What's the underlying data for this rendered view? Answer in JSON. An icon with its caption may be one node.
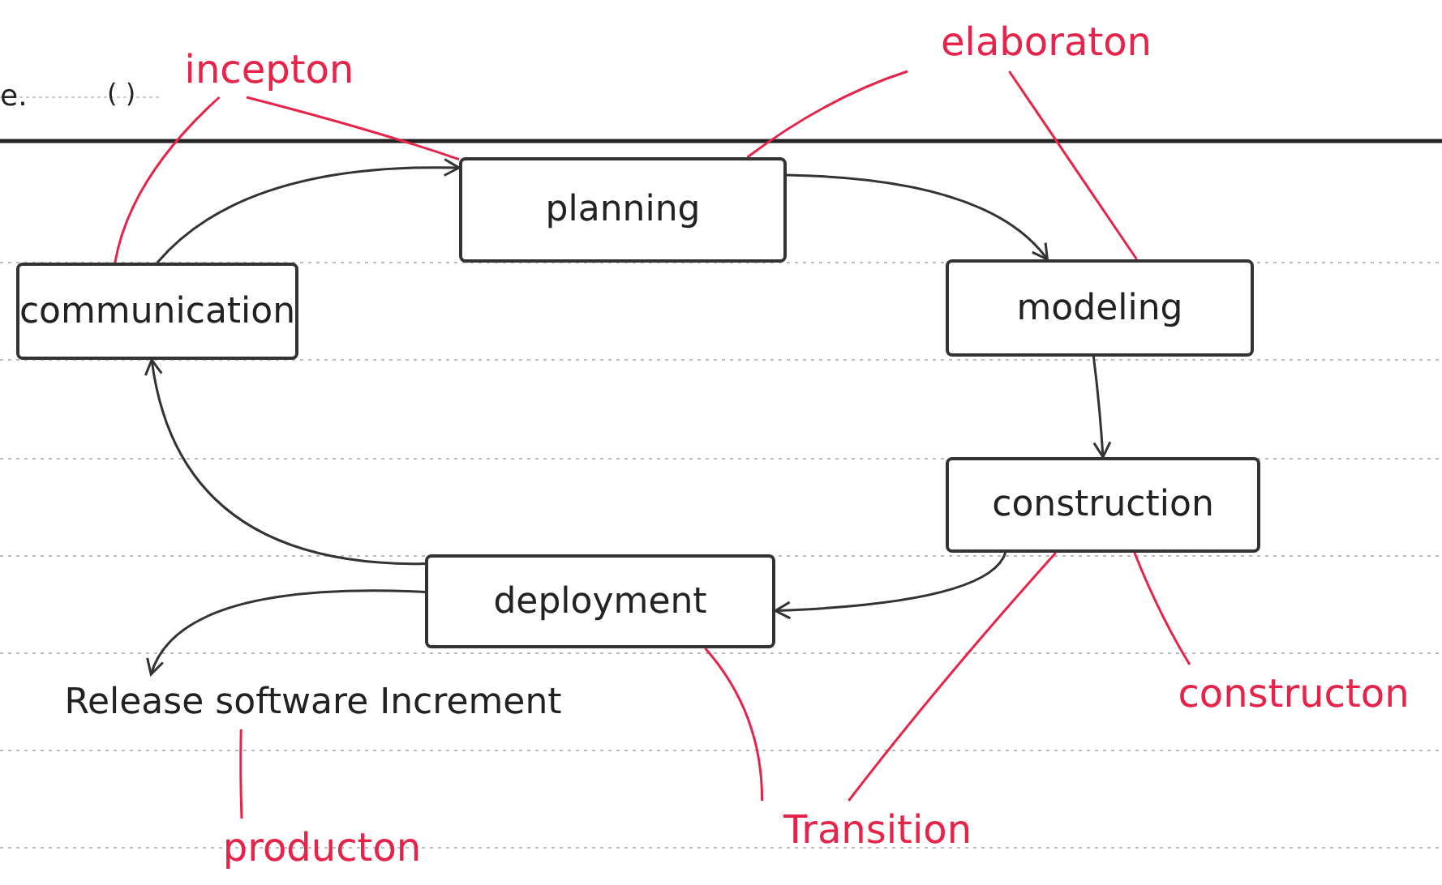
{
  "diagram": {
    "nodes": [
      {
        "text": [
          "communication"
        ]
      },
      {
        "text": [
          "planning"
        ]
      },
      {
        "text": [
          "modeling"
        ]
      },
      {
        "text": [
          "construction"
        ]
      },
      {
        "text": [
          "deployment"
        ]
      },
      {
        "text": [
          "Release software Increment"
        ]
      },
      {
        "text": [
          "incepton"
        ]
      },
      {
        "text": [
          "elaboraton"
        ]
      },
      {
        "text": [
          "constructon"
        ]
      },
      {
        "text": [
          "Transition"
        ]
      },
      {
        "text": [
          "producton"
        ]
      }
    ],
    "edges": [
      {
        "from": 0,
        "to": 1,
        "arrow": "to",
        "color": "#333333"
      },
      {
        "from": 1,
        "to": 2,
        "arrow": "to",
        "color": "#333333"
      },
      {
        "from": 2,
        "to": 3,
        "arrow": "to",
        "color": "#333333"
      },
      {
        "from": 3,
        "to": 4,
        "arrow": "to",
        "color": "#333333"
      },
      {
        "from": 4,
        "to": 0,
        "arrow": "to",
        "color": "#333333"
      },
      {
        "from": 4,
        "to": 5,
        "arrow": "to",
        "color": "#333333"
      },
      {
        "from": 6,
        "to": 0,
        "arrow": "none"
      },
      {
        "from": 6,
        "to": 1,
        "arrow": "none"
      },
      {
        "from": 7,
        "to": 1,
        "arrow": "none"
      },
      {
        "from": 7,
        "to": 2,
        "arrow": "none"
      },
      {
        "from": 8,
        "to": 3,
        "arrow": "none"
      },
      {
        "from": 9,
        "to": 4,
        "arrow": "none"
      },
      {
        "from": 9,
        "to": 3,
        "arrow": "none"
      },
      {
        "from": 10,
        "to": 5,
        "arrow": "none"
      }
    ],
    "labels": [
      "e.",
      "( )"
    ]
  }
}
